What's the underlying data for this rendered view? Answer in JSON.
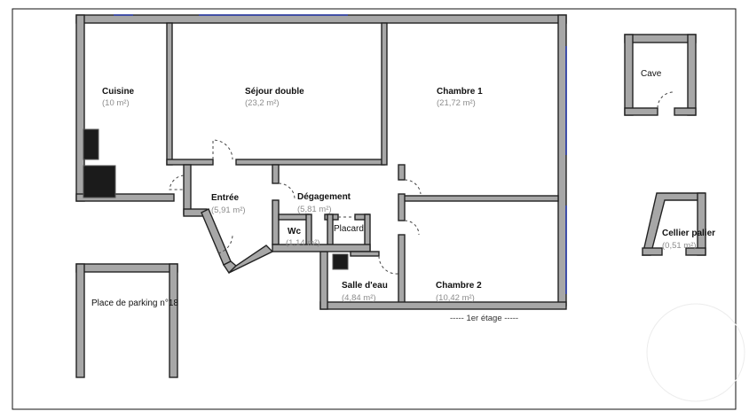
{
  "rooms": {
    "cuisine": {
      "name": "Cuisine",
      "area": "(10 m²)"
    },
    "sejour": {
      "name": "Séjour double",
      "area": "(23,2 m²)"
    },
    "chambre1": {
      "name": "Chambre 1",
      "area": "(21,72 m²)"
    },
    "entree": {
      "name": "Entrée",
      "area": "(5,91 m²)"
    },
    "degagement": {
      "name": "Dégagement",
      "area": "(5,81 m²)"
    },
    "wc": {
      "name": "Wc",
      "area": "(1,14 m²)"
    },
    "placard": {
      "name": "Placard"
    },
    "salle_eau": {
      "name": "Salle d'eau",
      "area": "(4,84 m²)"
    },
    "chambre2": {
      "name": "Chambre 2",
      "area": "(10,42 m²)"
    },
    "cave": {
      "name": "Cave"
    },
    "cellier": {
      "name": "Cellier palier",
      "area": "(0,51 m²)"
    },
    "parking": {
      "name": "Place de parking n°18"
    }
  },
  "floor_label": "----- 1er étage -----",
  "colors": {
    "wall": "#a7a7a7",
    "outline": "#222222",
    "window": "#2c3fb0"
  }
}
